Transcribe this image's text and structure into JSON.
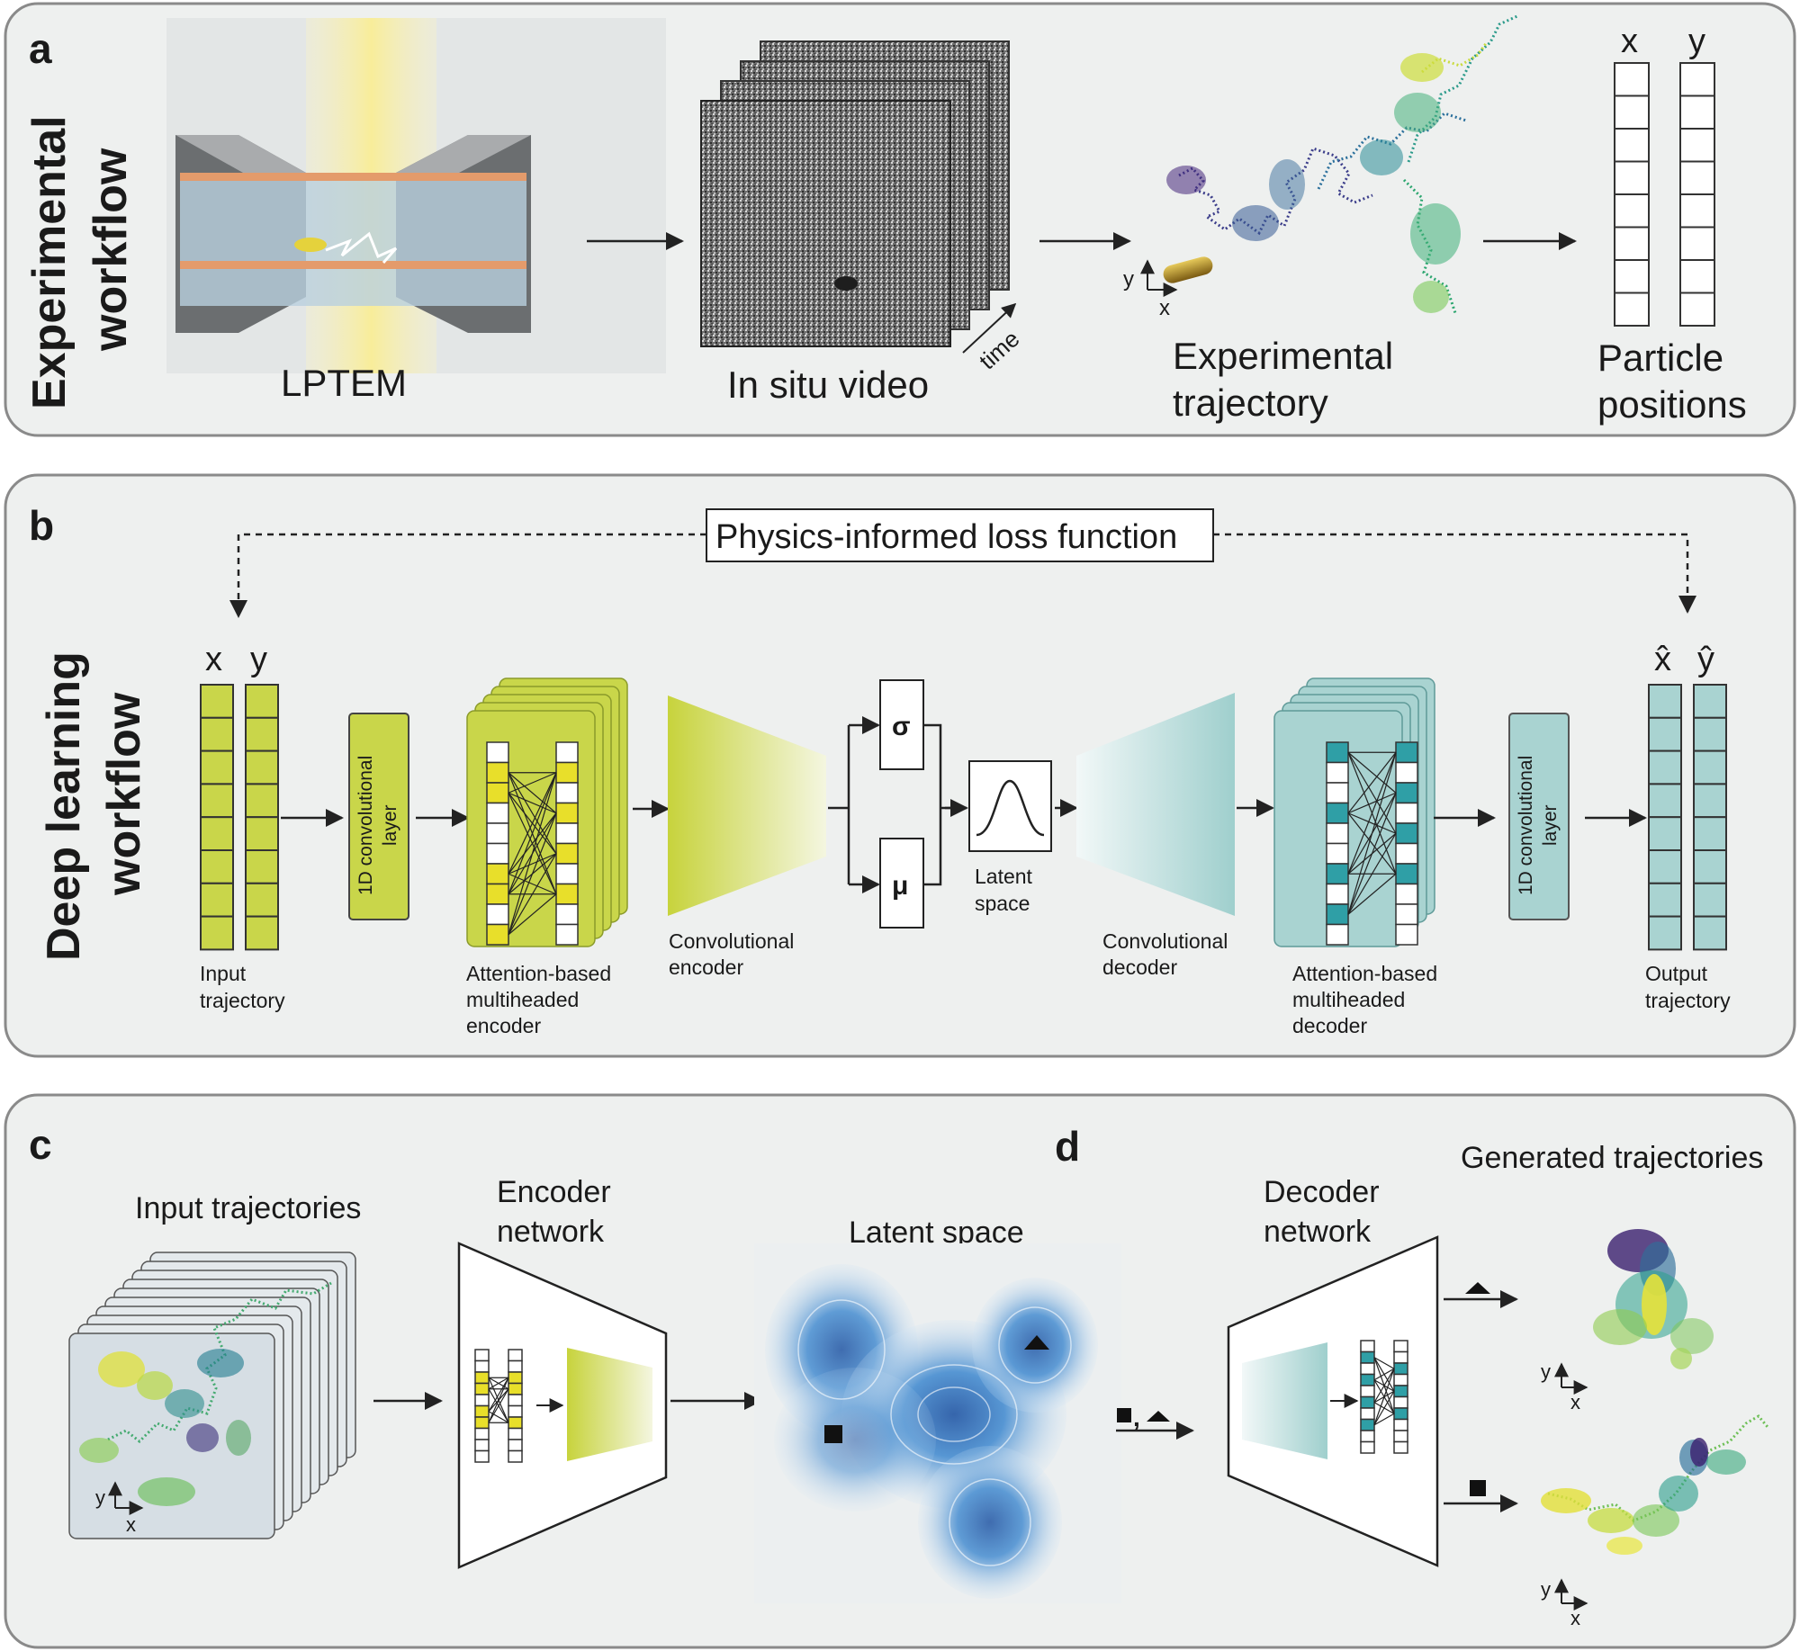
{
  "colors": {
    "panel_bg": "#eef0ef",
    "panel_border": "#8a8a8a",
    "encoder_green": "#c9d64a",
    "decoder_teal": "#a9d3d1",
    "cell_yellow": "#e8df2a",
    "cell_teal": "#2f9fa6",
    "latent_blue": "#3f7fc4"
  },
  "panel_a": {
    "letter": "a",
    "side_title_line1": "Experimental",
    "side_title_line2": "workflow",
    "lptem_label": "LPTEM",
    "video_label": "In situ video",
    "time_label": "time",
    "trajectory_label_line1": "Experimental",
    "trajectory_label_line2": "trajectory",
    "positions_label_line1": "Particle",
    "positions_label_line2": "positions",
    "col_x": "x",
    "col_y": "y",
    "axis_x": "x",
    "axis_y": "y"
  },
  "panel_b": {
    "letter": "b",
    "side_title_line1": "Deep learning",
    "side_title_line2": "workflow",
    "loss_label": "Physics-informed loss function",
    "input_x": "x",
    "input_y": "y",
    "output_x": "x̂",
    "output_y": "ŷ",
    "conv1d_line1": "1D convolutional",
    "conv1d_line2": "layer",
    "sigma": "σ",
    "mu": "μ",
    "input_traj_line1": "Input",
    "input_traj_line2": "trajectory",
    "attn_enc_line1": "Attention-based",
    "attn_enc_line2": "multiheaded",
    "attn_enc_line3": "encoder",
    "conv_enc_line1": "Convolutional",
    "conv_enc_line2": "encoder",
    "latent_line1": "Latent",
    "latent_line2": "space",
    "conv_dec_line1": "Convolutional",
    "conv_dec_line2": "decoder",
    "attn_dec_line1": "Attention-based",
    "attn_dec_line2": "multiheaded",
    "attn_dec_line3": "decoder",
    "output_traj_line1": "Output",
    "output_traj_line2": "trajectory"
  },
  "panel_c": {
    "letter": "c",
    "input_trajectories": "Input trajectories",
    "encoder_line1": "Encoder",
    "encoder_line2": "network",
    "latent_space": "Latent space",
    "axis_x": "x",
    "axis_y": "y"
  },
  "panel_d": {
    "letter": "d",
    "decoder_line1": "Decoder",
    "decoder_line2": "network",
    "generated": "Generated trajectories",
    "sample_sep": ",",
    "axis_x": "x",
    "axis_y": "y"
  }
}
